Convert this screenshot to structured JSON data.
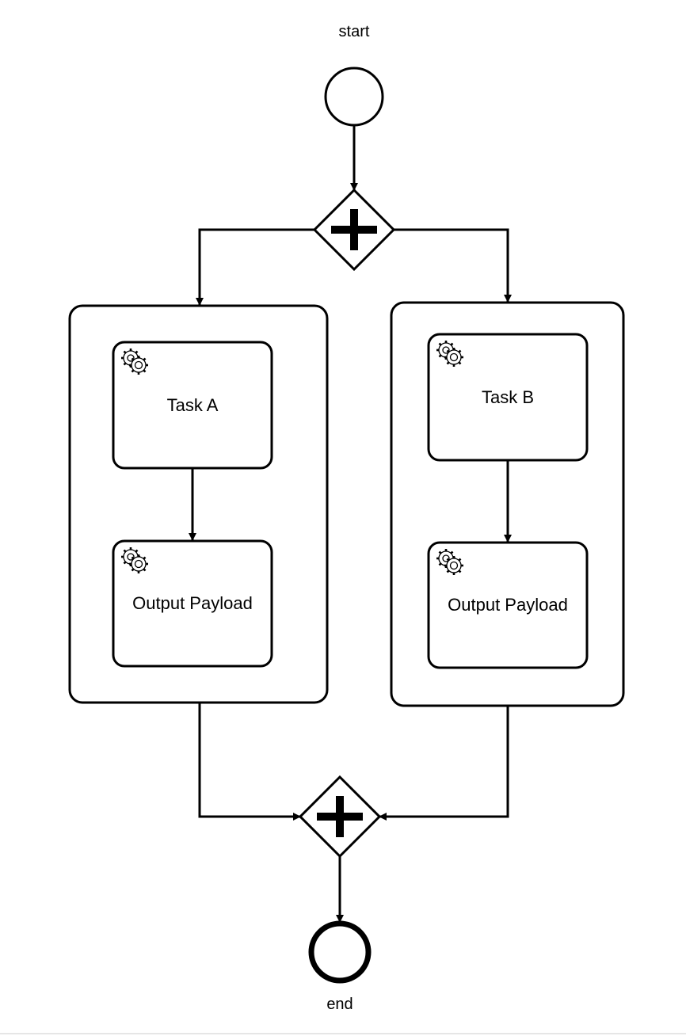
{
  "diagram": {
    "start_event": {
      "label": "start"
    },
    "end_event": {
      "label": "end"
    },
    "split_gateway": {
      "type": "parallel"
    },
    "join_gateway": {
      "type": "parallel"
    },
    "subprocess_a": {
      "task_1": {
        "label": "Task A",
        "icon": "gears-icon"
      },
      "task_2": {
        "label": "Output Payload",
        "icon": "gears-icon"
      }
    },
    "subprocess_b": {
      "task_1": {
        "label": "Task B",
        "icon": "gears-icon"
      },
      "task_2": {
        "label": "Output Payload",
        "icon": "gears-icon"
      }
    }
  },
  "colors": {
    "stroke": "#000000",
    "fill": "#ffffff"
  }
}
